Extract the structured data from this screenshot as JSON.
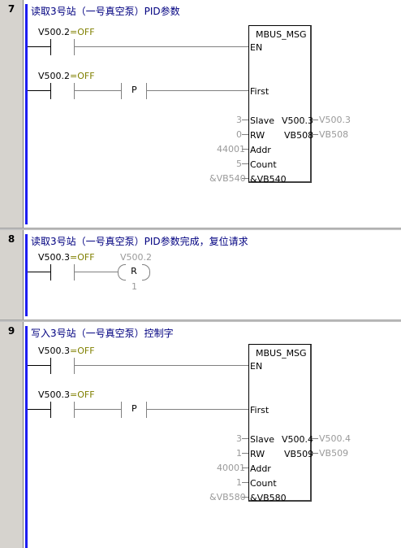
{
  "networks": [
    {
      "number": "7",
      "comment": "读取3号站（一号真空泵）PID参数",
      "contact1": {
        "address": "V500.2",
        "state": "=OFF"
      },
      "contact2": {
        "address": "V500.2",
        "state": "=OFF"
      },
      "pulse_label": "P",
      "box": {
        "title": "MBUS_MSG",
        "pins_left": [
          "EN",
          "First",
          "Slave",
          "RW",
          "Addr",
          "Count",
          "&VB540"
        ],
        "inputs": {
          "slave": "3",
          "rw": "0",
          "addr": "44001",
          "count": "5",
          "ptr": "&VB540"
        },
        "outputs": [
          {
            "pin": "V500.3",
            "value": "V500.3"
          },
          {
            "pin": "VB508",
            "value": "VB508"
          }
        ]
      }
    },
    {
      "number": "8",
      "comment": "读取3号站（一号真空泵）PID参数完成，复位请求",
      "contact1": {
        "address": "V500.3",
        "state": "=OFF"
      },
      "coil": {
        "address": "V500.2",
        "label": "R",
        "count": "1"
      }
    },
    {
      "number": "9",
      "comment": "写入3号站（一号真空泵）控制字",
      "contact1": {
        "address": "V500.3",
        "state": "=OFF"
      },
      "contact2": {
        "address": "V500.3",
        "state": "=OFF"
      },
      "pulse_label": "P",
      "box": {
        "title": "MBUS_MSG",
        "pins_left": [
          "EN",
          "First",
          "Slave",
          "RW",
          "Addr",
          "Count",
          "&VB580"
        ],
        "inputs": {
          "slave": "3",
          "rw": "1",
          "addr": "40001",
          "count": "1",
          "ptr": "&VB580"
        },
        "outputs": [
          {
            "pin": "V500.4",
            "value": "V500.4"
          },
          {
            "pin": "VB509",
            "value": "VB509"
          }
        ]
      }
    }
  ]
}
